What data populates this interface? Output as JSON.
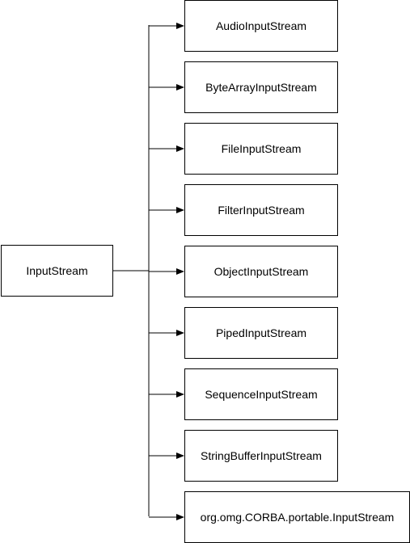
{
  "diagram": {
    "root": {
      "label": "InputStream"
    },
    "children": [
      {
        "label": "AudioInputStream"
      },
      {
        "label": "ByteArrayInputStream"
      },
      {
        "label": "FileInputStream"
      },
      {
        "label": "FilterInputStream"
      },
      {
        "label": "ObjectInputStream"
      },
      {
        "label": "PipedInputStream"
      },
      {
        "label": "SequenceInputStream"
      },
      {
        "label": "StringBufferInputStream"
      },
      {
        "label": "org.omg.CORBA.portable.InputStream"
      }
    ],
    "line_color": "#000000"
  }
}
